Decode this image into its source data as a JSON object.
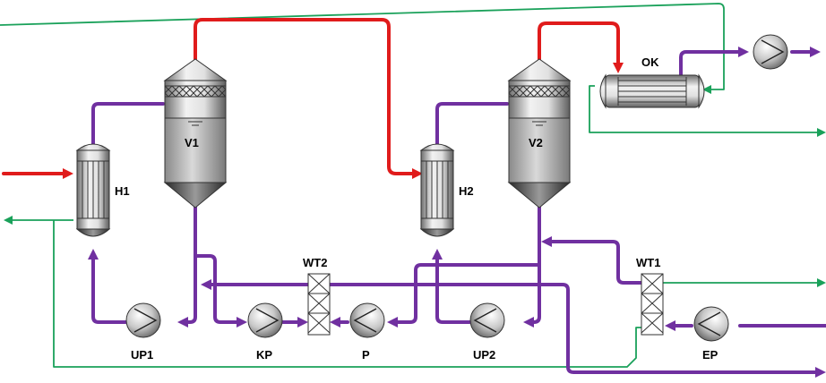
{
  "colors": {
    "heating_steam": "#e01b1b",
    "process_liquid": "#7030a0",
    "cooling_water": "#1aa15a"
  },
  "equipment": {
    "evaporator_1": "V1",
    "evaporator_2": "V2",
    "heater_1": "H1",
    "heater_2": "H2",
    "condenser": "OK",
    "heat_exchanger_1": "WT1",
    "heat_exchanger_2": "WT2",
    "pump_up1": "UP1",
    "pump_up2": "UP2",
    "pump_kp": "KP",
    "pump_p": "P",
    "pump_ep": "EP"
  },
  "icons": [
    "pump-icon",
    "heat-exchanger-icon",
    "evaporator-vessel-icon",
    "condenser-icon",
    "arrow-icon"
  ]
}
